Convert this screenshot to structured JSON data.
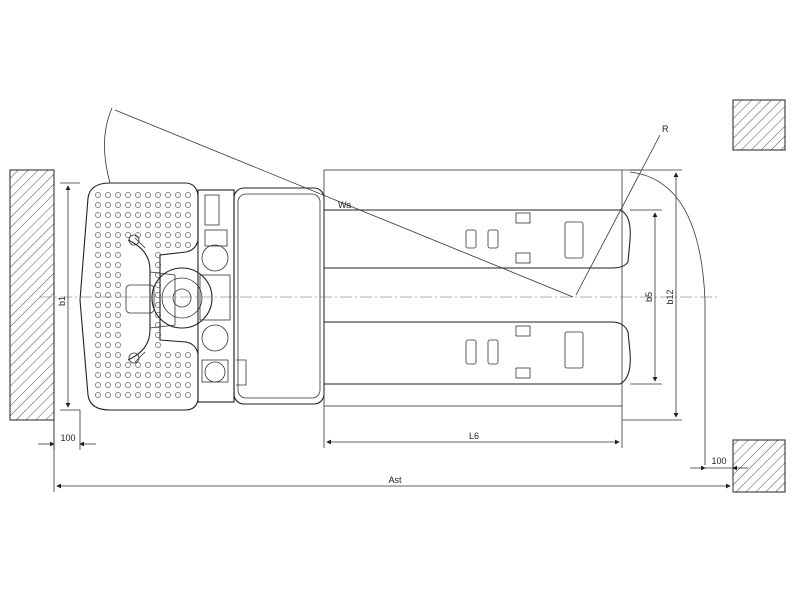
{
  "dimensions": {
    "b1": "b1",
    "b5": "b5",
    "b12": "b12",
    "L6": "L6",
    "Ast": "Ast",
    "Wa": "Wa",
    "R": "R",
    "clearance_left": "100",
    "clearance_right": "100"
  },
  "colors": {
    "line": "#222222",
    "background": "#ffffff"
  }
}
